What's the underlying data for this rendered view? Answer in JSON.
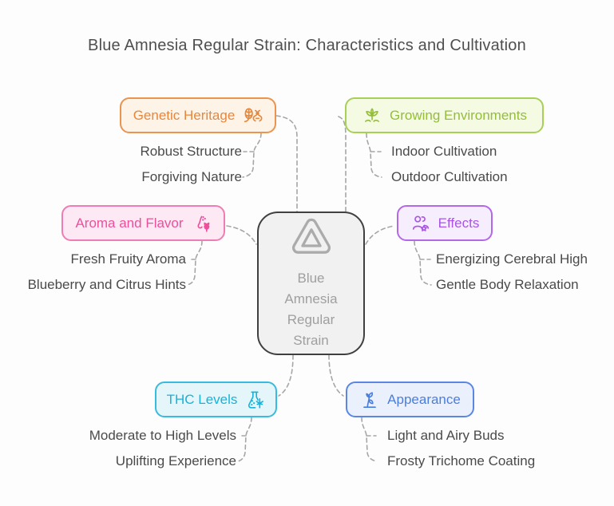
{
  "page": {
    "title": "Blue Amnesia Regular Strain: Characteristics and Cultivation",
    "background_color": "#fdfdfd",
    "connector_color": "#a6a6a6"
  },
  "center": {
    "label": "Blue Amnesia Regular Strain",
    "line1": "Blue",
    "line2": "Amnesia",
    "line3": "Regular",
    "line4": "Strain",
    "icon": "triangle-logo-icon",
    "background": "#f1f1f1",
    "border_color": "#404040",
    "text_color": "#9f9f9f"
  },
  "branches": [
    {
      "id": "genetic-heritage",
      "label": "Genetic Heritage",
      "icon": "corn-dna-icon",
      "icon_side": "right",
      "accent": "#e8873b",
      "border_color": "#ea9450",
      "background": "#fdf3e6",
      "children": [
        "Robust Structure",
        "Forgiving Nature"
      ]
    },
    {
      "id": "growing-environments",
      "label": "Growing Environments",
      "icon": "plant-sprout-icon",
      "icon_side": "left",
      "accent": "#94be3a",
      "border_color": "#a8d057",
      "background": "#f5fae3",
      "children": [
        "Indoor Cultivation",
        "Outdoor Cultivation"
      ]
    },
    {
      "id": "aroma-and-flavor",
      "label": "Aroma and Flavor",
      "icon": "nose-aroma-icon",
      "icon_side": "right",
      "accent": "#ed4f9c",
      "border_color": "#ef7db4",
      "background": "#fce9f3",
      "children": [
        "Fresh Fruity Aroma",
        "Blueberry and Citrus Hints"
      ]
    },
    {
      "id": "effects",
      "label": "Effects",
      "icon": "person-star-icon",
      "icon_side": "left",
      "accent": "#a854e6",
      "border_color": "#b269e8",
      "background": "#f7eefd",
      "children": [
        "Energizing Cerebral High",
        "Gentle Body Relaxation"
      ]
    },
    {
      "id": "thc-levels",
      "label": "THC Levels",
      "icon": "flask-leaf-icon",
      "icon_side": "right",
      "accent": "#17b3da",
      "border_color": "#35bcdf",
      "background": "#e5f6fb",
      "children": [
        "Moderate to High Levels",
        "Uplifting Experience"
      ]
    },
    {
      "id": "appearance",
      "label": "Appearance",
      "icon": "plant-bud-icon",
      "icon_side": "left",
      "accent": "#4a7ede",
      "border_color": "#5b86e2",
      "background": "#eaf1fc",
      "children": [
        "Light and Airy Buds",
        "Frosty Trichome Coating"
      ]
    }
  ]
}
